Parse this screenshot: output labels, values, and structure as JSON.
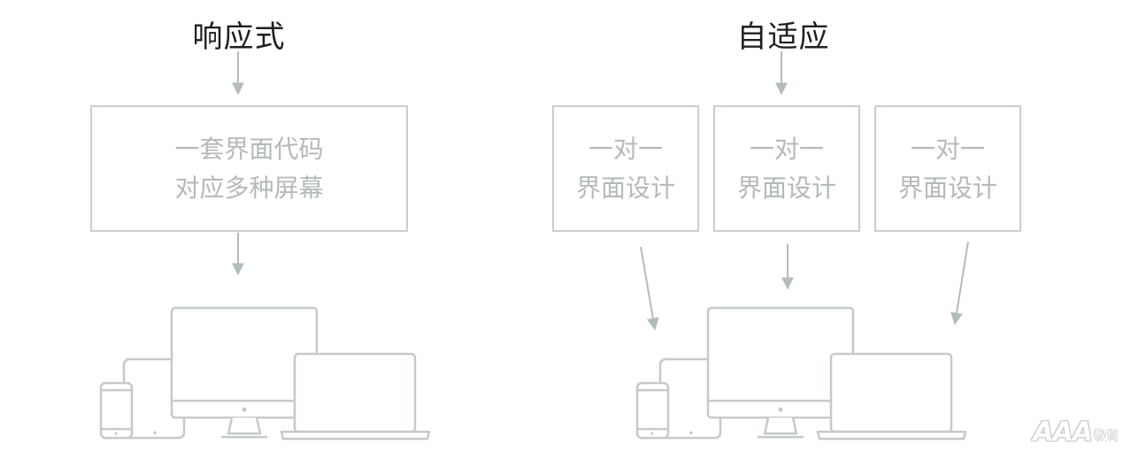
{
  "responsive": {
    "title": "响应式",
    "box_line1": "一套界面代码",
    "box_line2": "对应多种屏幕"
  },
  "adaptive": {
    "title": "自适应",
    "boxes": [
      {
        "line1": "一对一",
        "line2": "界面设计"
      },
      {
        "line1": "一对一",
        "line2": "界面设计"
      },
      {
        "line1": "一对一",
        "line2": "界面设计"
      }
    ]
  },
  "watermark": {
    "main": "AAA",
    "sub": "教育"
  },
  "colors": {
    "line": "#b3bcb9",
    "border": "#c9cfcc",
    "text": "#b3bab7",
    "title": "#1f1f1f"
  }
}
